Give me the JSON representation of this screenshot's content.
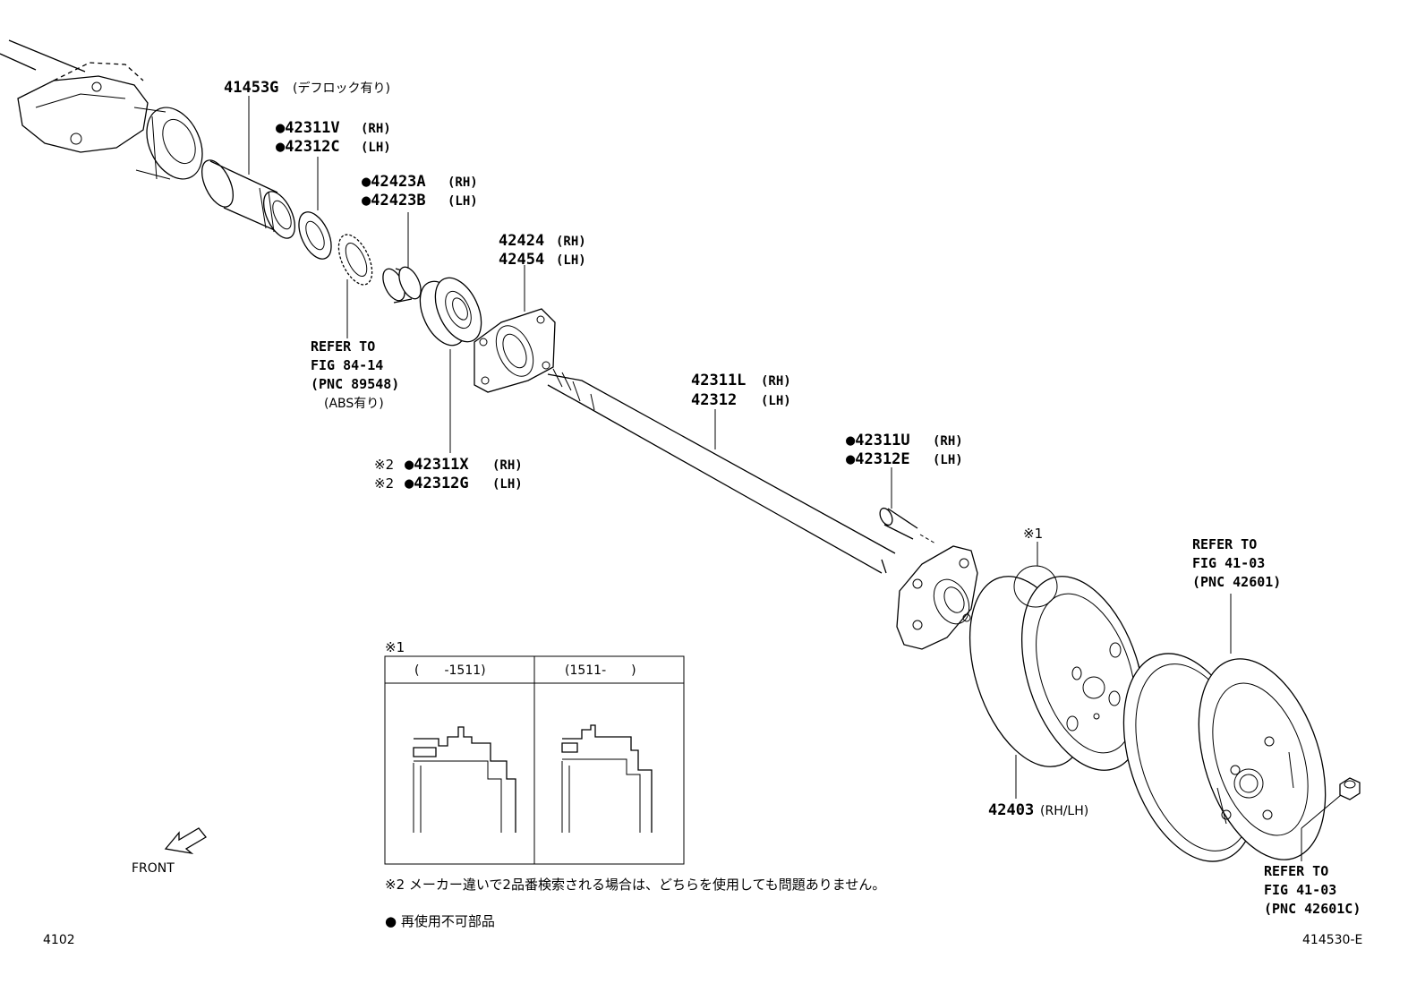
{
  "labels": {
    "p41453g": "41453G",
    "p41453g_note": "(デフロック有り)",
    "p42311v": "●42311V",
    "p42311v_side": "(RH)",
    "p42312c": "●42312C",
    "p42312c_side": "(LH)",
    "p42423a": "●42423A",
    "p42423a_side": "(RH)",
    "p42423b": "●42423B",
    "p42423b_side": "(LH)",
    "p42424": "42424",
    "p42424_side": "(RH)",
    "p42454": "42454",
    "p42454_side": "(LH)",
    "refer_abs_1": "REFER TO",
    "refer_abs_2": "FIG 84-14",
    "refer_abs_3": "(PNC 89548)",
    "refer_abs_note": "(ABS有り)",
    "p42311l": "42311L",
    "p42311l_side": "(RH)",
    "p42312": "42312",
    "p42312_side": "(LH)",
    "p42311x_mark": "※2",
    "p42311x": "●42311X",
    "p42311x_side": "(RH)",
    "p42312g_mark": "※2",
    "p42312g": "●42312G",
    "p42312g_side": "(LH)",
    "p42311u": "●42311U",
    "p42311u_side": "(RH)",
    "p42312e": "●42312E",
    "p42312e_side": "(LH)",
    "mark1": "※1",
    "refer_wheel_1": "REFER TO",
    "refer_wheel_2": "FIG 41-03",
    "refer_wheel_3": "(PNC 42601)",
    "p42403": "42403",
    "p42403_side": "(RH/LH)",
    "refer_nut_1": "REFER TO",
    "refer_nut_2": "FIG 41-03",
    "refer_nut_3": "(PNC 42601C)",
    "front": "FRONT",
    "fig_no": "4102",
    "illus_no": "414530-E"
  },
  "inset": {
    "mark": "※1",
    "col1_header": "(　　-1511)",
    "col2_header": "(1511-　　)"
  },
  "notes": {
    "note2": "※2 メーカー違いで2品番検索される場合は、どちらを使用しても問題ありません。",
    "note_dot": "● 再使用不可部品"
  }
}
